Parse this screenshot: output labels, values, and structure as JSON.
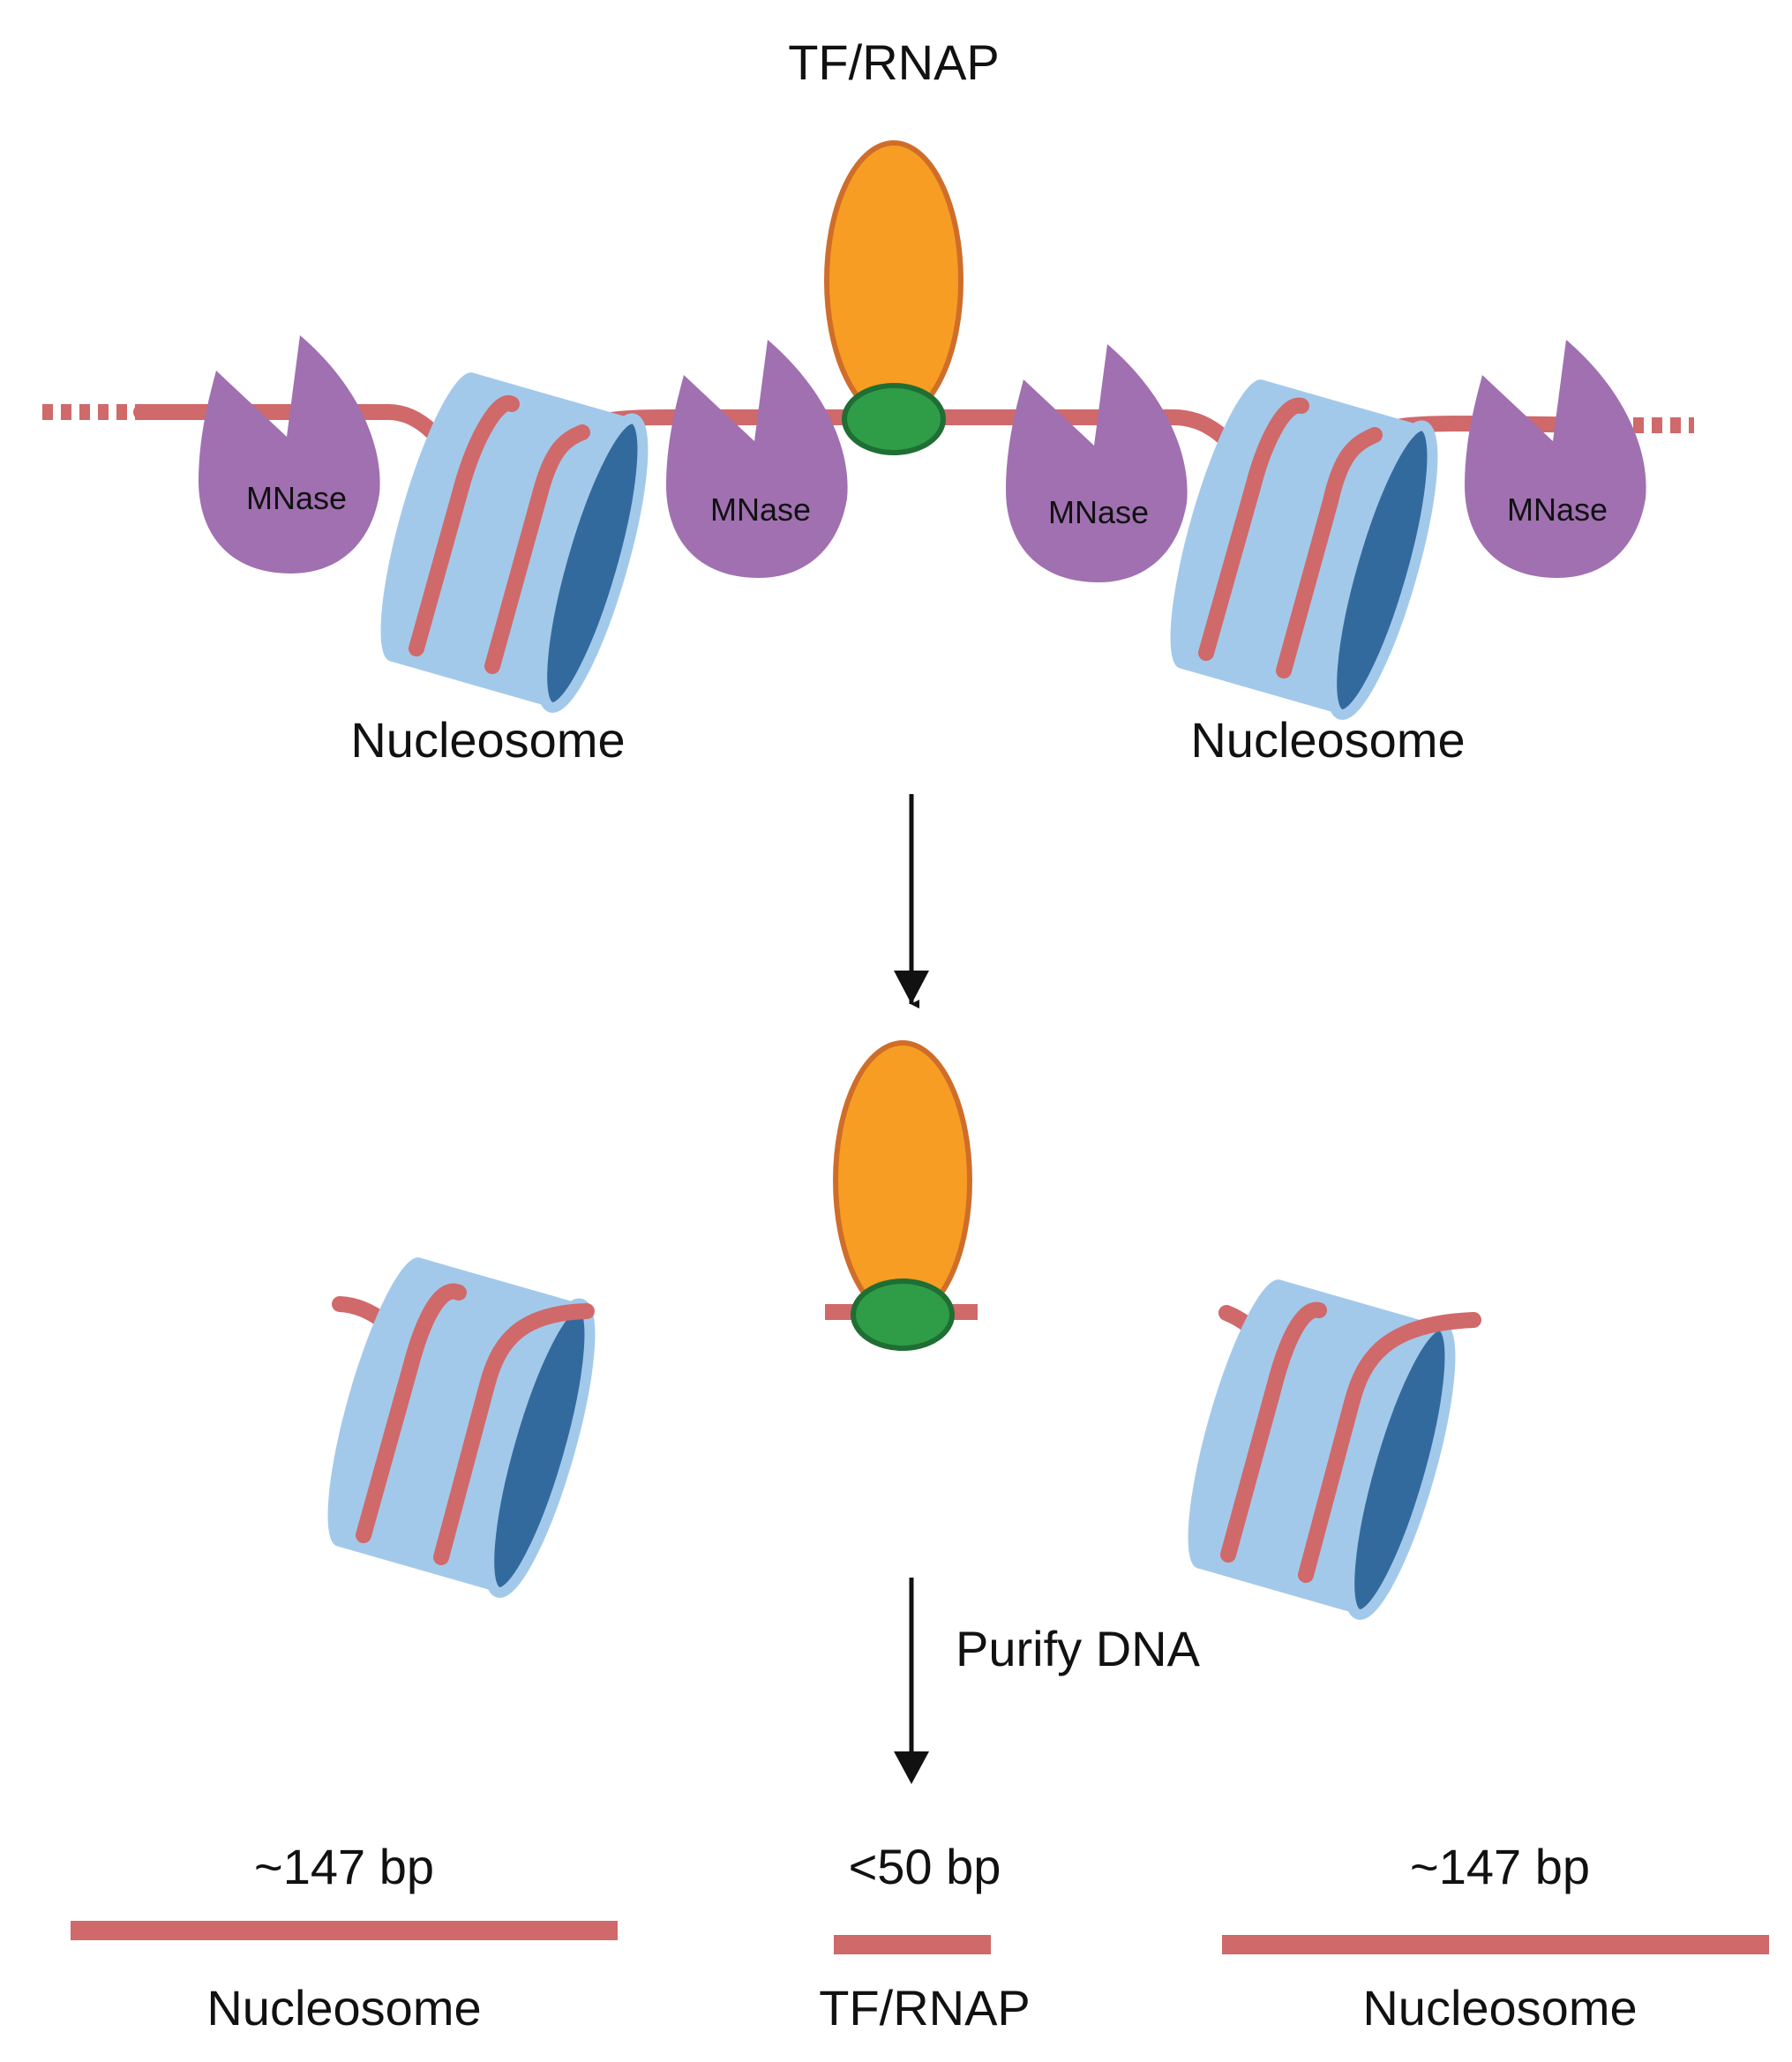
{
  "labels": {
    "top_tf": "TF/RNAP",
    "mnase": "MNase",
    "nucleosome_left": "Nucleosome",
    "nucleosome_right": "Nucleosome",
    "purify": "Purify DNA",
    "size_left": "~147 bp",
    "size_mid": "<50 bp",
    "size_right": "~147 bp",
    "bottom_left": "Nucleosome",
    "bottom_mid": "TF/RNAP",
    "bottom_right": "Nucleosome"
  },
  "colors": {
    "dna": "#d0696a",
    "histone_light": "#a3c9ea",
    "histone_dark": "#336a9e",
    "mnase": "#a070b1",
    "tf": "#f89d23",
    "tf_outline": "#cf6e2a",
    "binding": "#2f9c48",
    "binding_outline": "#1f6e33",
    "arrow": "#111111"
  },
  "icons": {
    "mnase": "pac-man-enzyme-shape",
    "nucleosome": "tilted-cylinder-with-dna-wraps",
    "tf": "orange-ellipse",
    "binding": "green-ellipse"
  }
}
